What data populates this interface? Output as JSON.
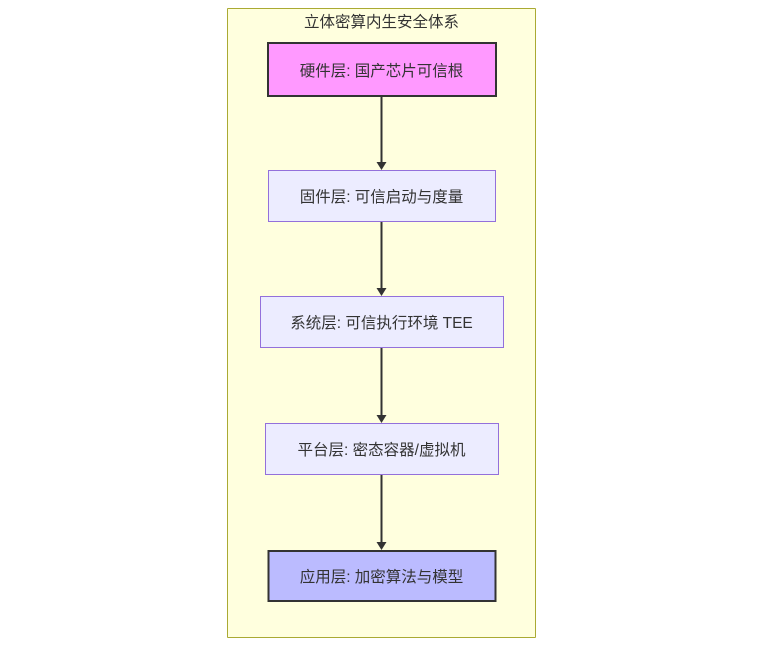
{
  "diagram": {
    "title": "立体密算内生安全体系",
    "direction": "top-down",
    "container": {
      "fill": "#ffffde",
      "stroke": "#aaaa33"
    },
    "edge_color": "#333333",
    "edge_count": 4,
    "nodes": [
      {
        "id": "hardware",
        "label": "硬件层: 国产芯片可信根",
        "fill": "#ff99ff",
        "stroke": "#333333",
        "stroke_width": "2px"
      },
      {
        "id": "firmware",
        "label": "固件层: 可信启动与度量",
        "fill": "#ececff",
        "stroke": "#9370db",
        "stroke_width": "1px"
      },
      {
        "id": "system",
        "label": "系统层: 可信执行环境 TEE",
        "fill": "#ececff",
        "stroke": "#9370db",
        "stroke_width": "1px"
      },
      {
        "id": "platform",
        "label": "平台层: 密态容器/虚拟机",
        "fill": "#ececff",
        "stroke": "#9370db",
        "stroke_width": "1px"
      },
      {
        "id": "application",
        "label": "应用层: 加密算法与模型",
        "fill": "#bbbbff",
        "stroke": "#333333",
        "stroke_width": "2px"
      }
    ],
    "edges": [
      {
        "from": "hardware",
        "to": "firmware"
      },
      {
        "from": "firmware",
        "to": "system"
      },
      {
        "from": "system",
        "to": "platform"
      },
      {
        "from": "platform",
        "to": "application"
      }
    ]
  }
}
